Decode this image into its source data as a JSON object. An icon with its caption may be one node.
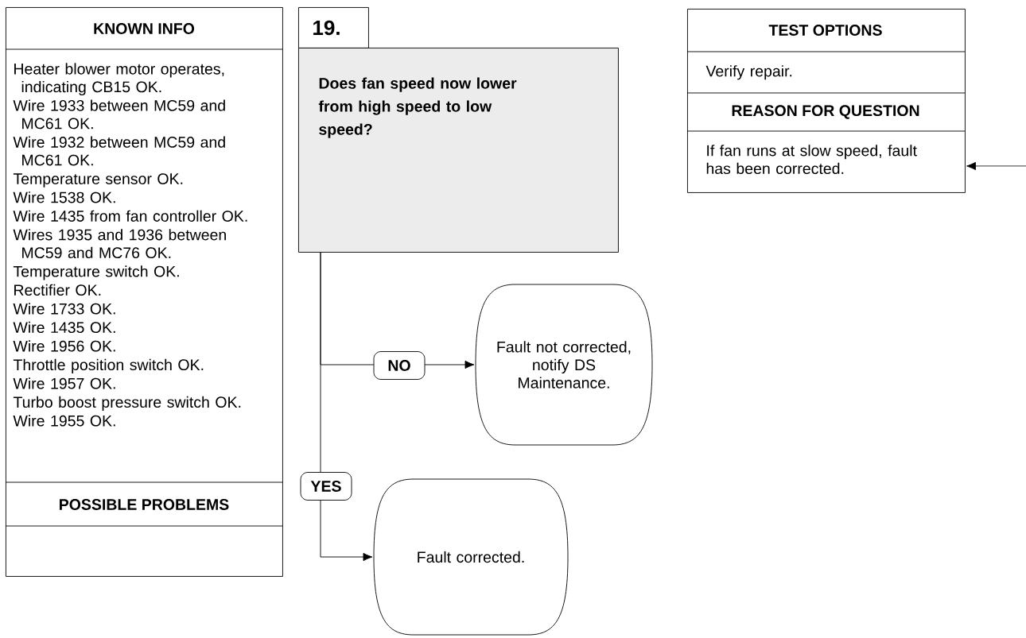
{
  "diagram": {
    "nodes": [
      {
        "text": [
          "KNOWN INFO",
          "Heater blower motor operates, indicating CB15 OK.",
          "Wire 1933 between MC59 and MC61 OK.",
          "Wire 1932 between MC59 and MC61 OK.",
          "Temperature sensor OK.",
          "Wire 1538 OK.",
          "Wire 1435 from fan controller OK.",
          "Wires 1935 and 1936 between MC59 and MC76 OK.",
          "Temperature switch OK.",
          "Rectifier OK.",
          "Wire 1733 OK.",
          "Wire 1435 OK.",
          "Wire 1956 OK.",
          "Throttle position switch OK.",
          "Wire 1957 OK.",
          "Turbo boost pressure switch OK.",
          "Wire 1955 OK.",
          "POSSIBLE PROBLEMS"
        ]
      },
      {
        "text": [
          "19.",
          "Does fan speed now lower from high speed to low speed?"
        ]
      },
      {
        "text": [
          "TEST OPTIONS",
          "Verify repair.",
          "REASON FOR QUESTION",
          "If fan runs at slow speed, fault has been corrected."
        ]
      },
      {
        "text": [
          "Fault not corrected, notify DS Maintenance."
        ]
      },
      {
        "text": [
          "Fault corrected."
        ]
      }
    ],
    "edges": [
      {
        "from": 1,
        "to": 3,
        "arrow": "to",
        "label": "NO"
      },
      {
        "from": 1,
        "to": 4,
        "arrow": "to",
        "label": "YES"
      },
      {
        "from": null,
        "to": 2,
        "arrow": "to"
      }
    ]
  }
}
